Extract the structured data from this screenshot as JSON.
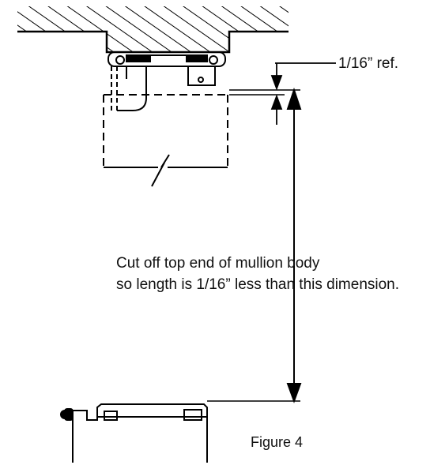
{
  "annotations": {
    "ref_dim": "1/16” ref.",
    "instruction_line1": "Cut off top end of mullion body",
    "instruction_line2": "so length is 1/16” less than this dimension.",
    "figure_label": "Figure 4"
  },
  "colors": {
    "line": "#000000",
    "background": "#ffffff"
  }
}
